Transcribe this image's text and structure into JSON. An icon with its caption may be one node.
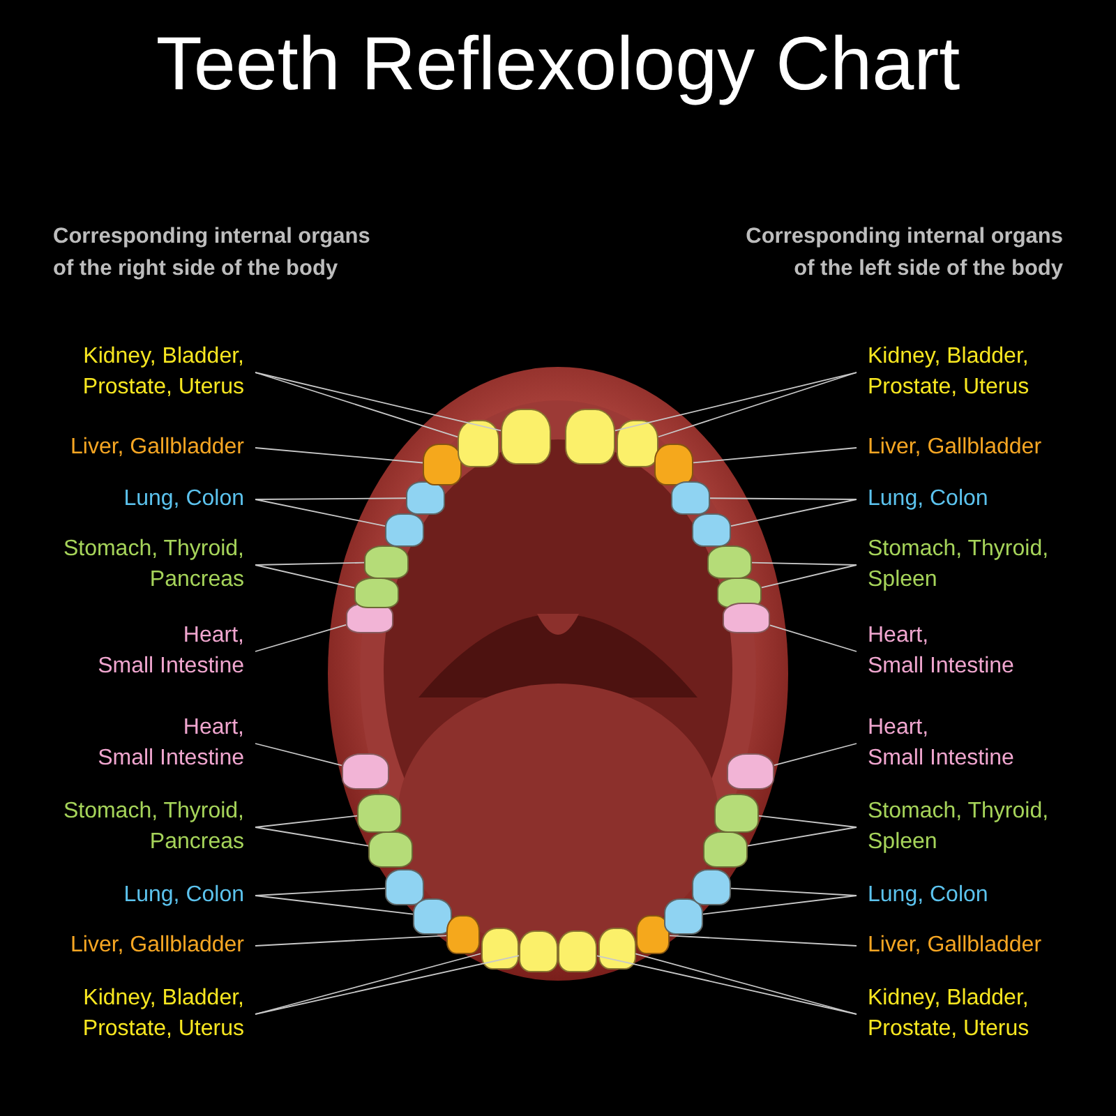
{
  "diagram": {
    "title": "Teeth Reflexology Chart",
    "nodes": [
      {
        "text": [
          "Kidney, Bladder, Prostate, Uterus"
        ]
      },
      {
        "text": [
          "Kidney, Bladder, Prostate, Uterus"
        ]
      },
      {
        "text": [
          "Liver, Gallbladder"
        ]
      },
      {
        "text": [
          "Liver, Gallbladder"
        ]
      },
      {
        "text": [
          "Lung, Colon"
        ]
      },
      {
        "text": [
          "Lung, Colon"
        ]
      },
      {
        "text": [
          "Stomach, Thyroid, Pancreas"
        ]
      },
      {
        "text": [
          "Stomach, Thyroid, Spleen"
        ]
      },
      {
        "text": [
          "Heart, Small Intestine"
        ]
      },
      {
        "text": [
          "Heart, Small Intestine"
        ]
      },
      {
        "text": [
          "Heart, Small Intestine"
        ]
      },
      {
        "text": [
          "Heart, Small Intestine"
        ]
      },
      {
        "text": [
          "Stomach, Thyroid, Pancreas"
        ]
      },
      {
        "text": [
          "Stomach, Thyroid, Spleen"
        ]
      },
      {
        "text": [
          "Lung, Colon"
        ]
      },
      {
        "text": [
          "Lung, Colon"
        ]
      },
      {
        "text": [
          "Liver, Gallbladder"
        ]
      },
      {
        "text": [
          "Liver, Gallbladder"
        ]
      },
      {
        "text": [
          "Kidney, Bladder, Prostate, Uterus"
        ]
      },
      {
        "text": [
          "Kidney, Bladder, Prostate, Uterus"
        ]
      },
      {
        "text": [],
        "shape": "tooth"
      },
      {
        "text": [],
        "shape": "tooth"
      },
      {
        "text": [],
        "shape": "tooth"
      },
      {
        "text": [],
        "shape": "tooth"
      },
      {
        "text": [],
        "shape": "tooth"
      },
      {
        "text": [],
        "shape": "tooth"
      },
      {
        "text": [],
        "shape": "tooth"
      },
      {
        "text": [],
        "shape": "tooth"
      },
      {
        "text": [],
        "shape": "tooth"
      },
      {
        "text": [],
        "shape": "tooth"
      },
      {
        "text": [],
        "shape": "tooth"
      },
      {
        "text": [],
        "shape": "tooth"
      },
      {
        "text": [],
        "shape": "tooth"
      },
      {
        "text": [],
        "shape": "tooth"
      },
      {
        "text": [],
        "shape": "tooth"
      },
      {
        "text": [],
        "shape": "tooth"
      },
      {
        "text": [],
        "shape": "tooth"
      },
      {
        "text": [],
        "shape": "tooth"
      },
      {
        "text": [],
        "shape": "tooth"
      },
      {
        "text": [],
        "shape": "tooth"
      },
      {
        "text": [],
        "shape": "tooth"
      },
      {
        "text": [],
        "shape": "tooth"
      },
      {
        "text": [],
        "shape": "tooth"
      },
      {
        "text": [],
        "shape": "tooth"
      },
      {
        "text": [],
        "shape": "tooth"
      },
      {
        "text": [],
        "shape": "tooth"
      },
      {
        "text": [],
        "shape": "tooth"
      },
      {
        "text": [],
        "shape": "tooth"
      },
      {
        "text": [],
        "shape": "tooth"
      },
      {
        "text": [],
        "shape": "tooth"
      },
      {
        "text": [],
        "shape": "tooth"
      },
      {
        "text": [],
        "shape": "tooth"
      }
    ],
    "edges": [
      {
        "from": 0,
        "to": 26,
        "arrow": "none"
      },
      {
        "from": 0,
        "to": 27,
        "arrow": "none"
      },
      {
        "from": 1,
        "to": 28,
        "arrow": "none"
      },
      {
        "from": 1,
        "to": 29,
        "arrow": "none"
      },
      {
        "from": 2,
        "to": 25,
        "arrow": "none"
      },
      {
        "from": 3,
        "to": 30,
        "arrow": "none"
      },
      {
        "from": 4,
        "to": 24,
        "arrow": "none"
      },
      {
        "from": 4,
        "to": 23,
        "arrow": "none"
      },
      {
        "from": 5,
        "to": 31,
        "arrow": "none"
      },
      {
        "from": 5,
        "to": 32,
        "arrow": "none"
      },
      {
        "from": 6,
        "to": 22,
        "arrow": "none"
      },
      {
        "from": 6,
        "to": 21,
        "arrow": "none"
      },
      {
        "from": 7,
        "to": 33,
        "arrow": "none"
      },
      {
        "from": 7,
        "to": 34,
        "arrow": "none"
      },
      {
        "from": 8,
        "to": 20,
        "arrow": "none"
      },
      {
        "from": 9,
        "to": 35,
        "arrow": "none"
      },
      {
        "from": 10,
        "to": 36,
        "arrow": "none"
      },
      {
        "from": 11,
        "to": 51,
        "arrow": "none"
      },
      {
        "from": 12,
        "to": 37,
        "arrow": "none"
      },
      {
        "from": 12,
        "to": 38,
        "arrow": "none"
      },
      {
        "from": 13,
        "to": 50,
        "arrow": "none"
      },
      {
        "from": 13,
        "to": 49,
        "arrow": "none"
      },
      {
        "from": 14,
        "to": 39,
        "arrow": "none"
      },
      {
        "from": 14,
        "to": 40,
        "arrow": "none"
      },
      {
        "from": 15,
        "to": 48,
        "arrow": "none"
      },
      {
        "from": 15,
        "to": 47,
        "arrow": "none"
      },
      {
        "from": 16,
        "to": 41,
        "arrow": "none"
      },
      {
        "from": 17,
        "to": 46,
        "arrow": "none"
      },
      {
        "from": 18,
        "to": 42,
        "arrow": "none"
      },
      {
        "from": 18,
        "to": 43,
        "arrow": "none"
      },
      {
        "from": 19,
        "to": 45,
        "arrow": "none"
      },
      {
        "from": 19,
        "to": 44,
        "arrow": "none"
      }
    ],
    "labels": [
      "Corresponding internal organs of the right side of the body",
      "Corresponding internal organs of the left side of the body"
    ]
  }
}
